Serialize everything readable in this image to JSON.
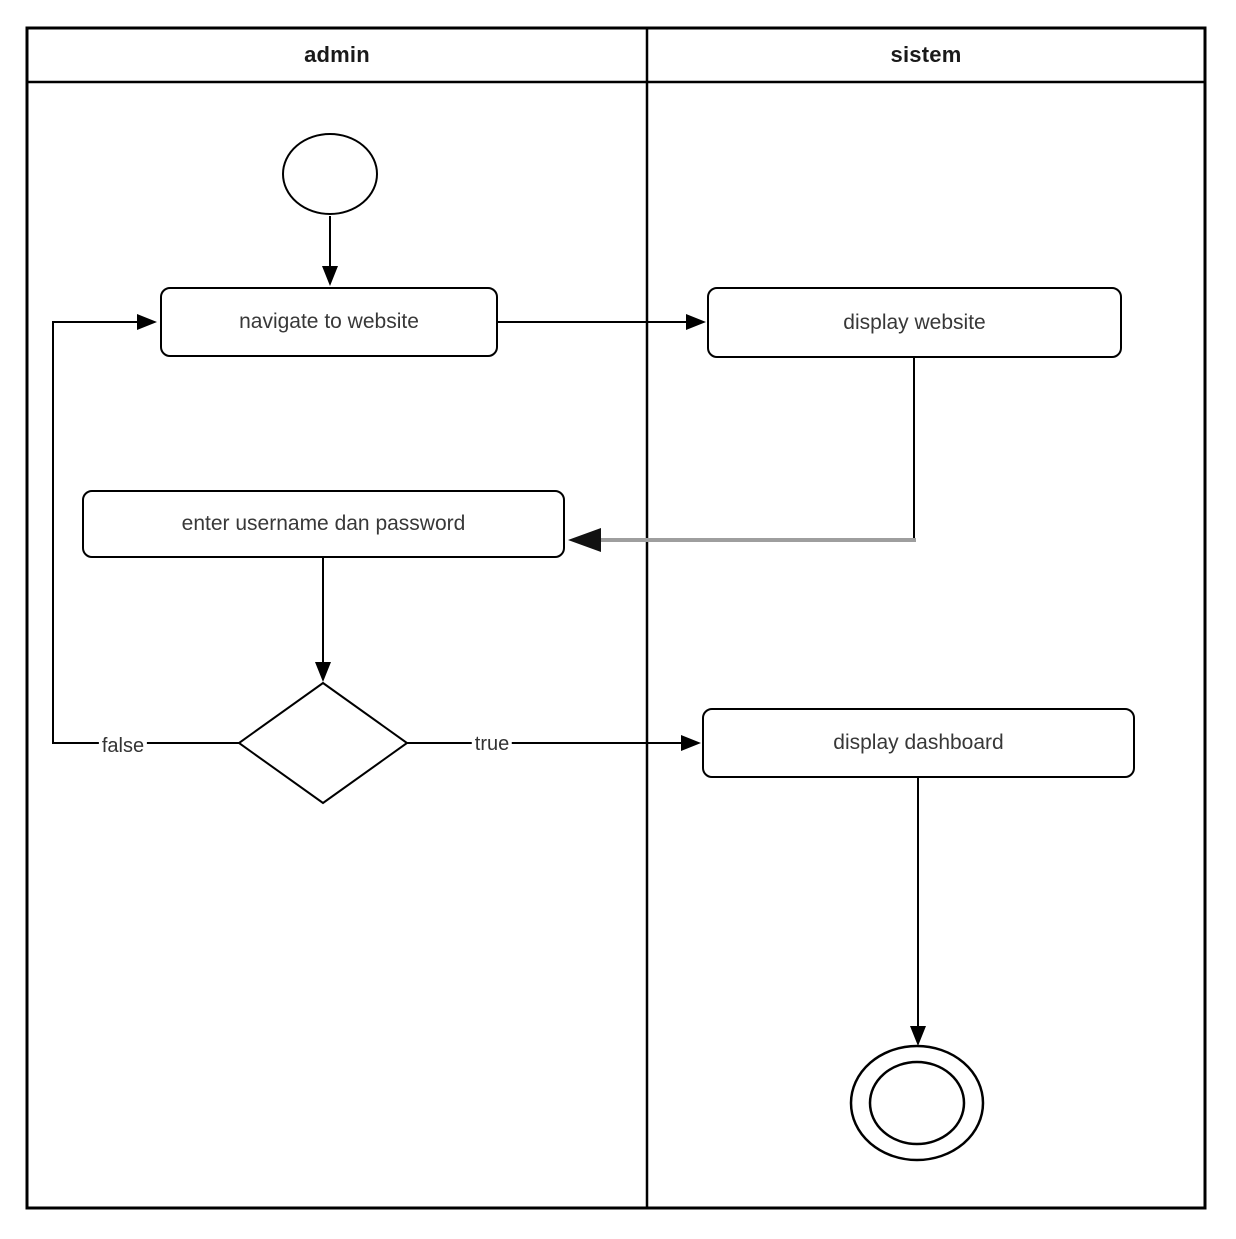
{
  "diagram": {
    "type": "uml-activity-diagram",
    "lanes": [
      {
        "id": "admin",
        "label": "admin"
      },
      {
        "id": "sistem",
        "label": "sistem"
      }
    ],
    "nodes": [
      {
        "id": "start",
        "type": "initial-node",
        "lane": "admin",
        "label": ""
      },
      {
        "id": "navigate",
        "type": "action",
        "lane": "admin",
        "label": "navigate to website"
      },
      {
        "id": "display-website",
        "type": "action",
        "lane": "sistem",
        "label": "display website"
      },
      {
        "id": "enter-credentials",
        "type": "action",
        "lane": "admin",
        "label": "enter username dan password"
      },
      {
        "id": "decision",
        "type": "decision",
        "lane": "admin",
        "label": ""
      },
      {
        "id": "display-dashboard",
        "type": "action",
        "lane": "sistem",
        "label": "display dashboard"
      },
      {
        "id": "end",
        "type": "final-node",
        "lane": "sistem",
        "label": ""
      }
    ],
    "edges": [
      {
        "from": "start",
        "to": "navigate",
        "label": ""
      },
      {
        "from": "navigate",
        "to": "display-website",
        "label": ""
      },
      {
        "from": "display-website",
        "to": "enter-credentials",
        "label": ""
      },
      {
        "from": "enter-credentials",
        "to": "decision",
        "label": ""
      },
      {
        "from": "decision",
        "to": "navigate",
        "label": "false"
      },
      {
        "from": "decision",
        "to": "display-dashboard",
        "label": "true"
      },
      {
        "from": "display-dashboard",
        "to": "end",
        "label": ""
      }
    ],
    "colors": {
      "stroke": "#000000",
      "connector_gray": "#9e9e9e",
      "text": "#383838",
      "background": "#ffffff"
    }
  }
}
